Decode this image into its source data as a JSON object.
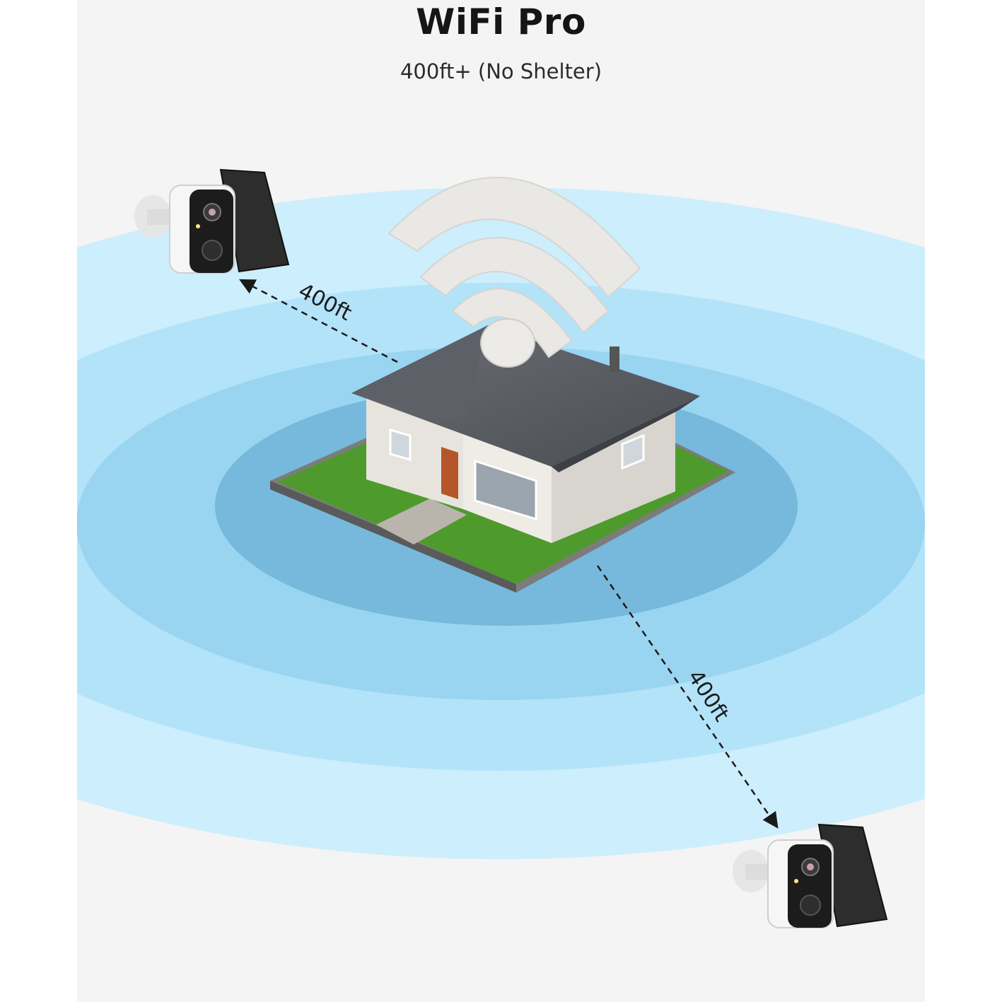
{
  "header": {
    "title": "WiFi Pro",
    "subtitle": "400ft+ (No Shelter)"
  },
  "distances": {
    "upper_left": "400ft",
    "lower_right": "400ft"
  },
  "colors": {
    "ring_outer": "#c9ecfb",
    "ring_2": "#a9dcf6",
    "ring_3": "#8ecdee",
    "ring_inner": "#6fb2d6",
    "panel_bg": "#f4f4f4"
  },
  "icons": [
    "wifi-icon",
    "house-icon",
    "security-camera-icon",
    "solar-panel-icon",
    "arrow-icon"
  ]
}
